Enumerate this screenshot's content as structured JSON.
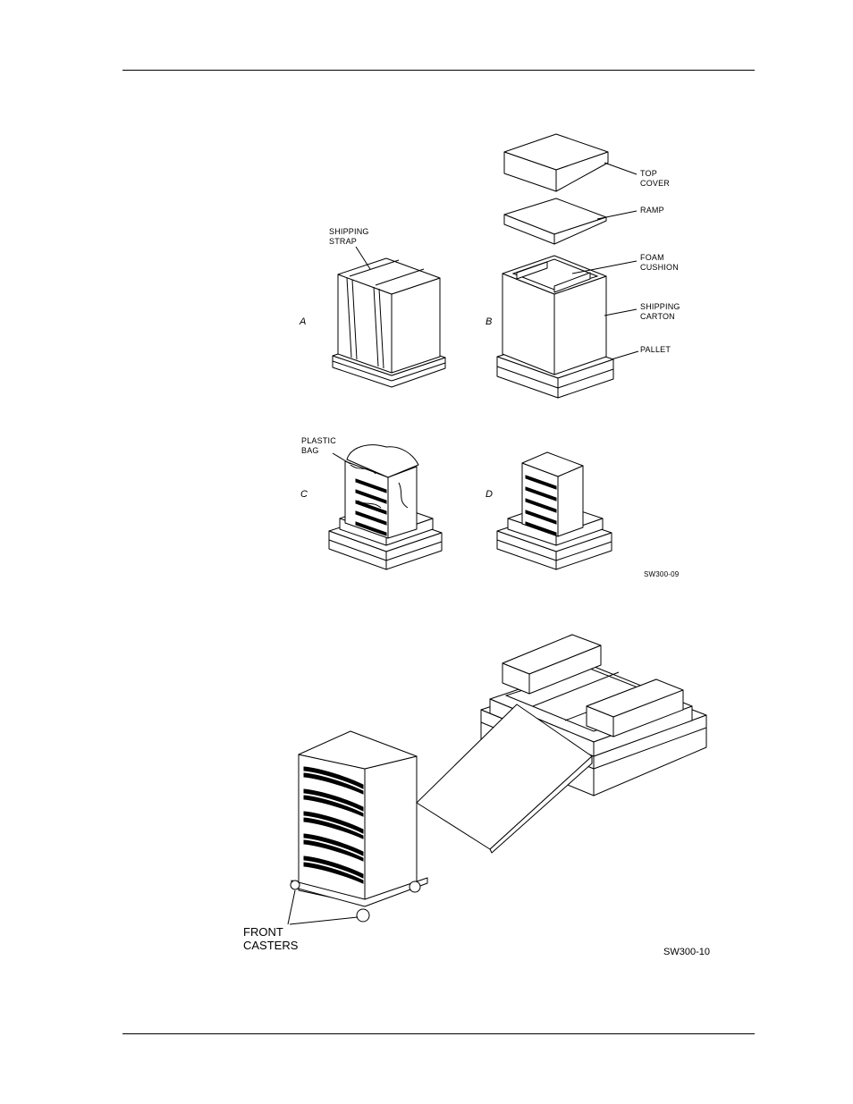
{
  "figure1": {
    "labels": {
      "top_cover": "TOP\nCOVER",
      "ramp": "RAMP",
      "foam_cushion": "FOAM\nCUSHION",
      "shipping_carton": "SHIPPING\nCARTON",
      "pallet": "PALLET",
      "shipping_strap": "SHIPPING\nSTRAP",
      "plastic_bag": "PLASTIC\nBAG"
    },
    "panels": {
      "a": "A",
      "b": "B",
      "c": "C",
      "d": "D"
    },
    "figure_id": "SW300-09"
  },
  "figure2": {
    "front_casters": "FRONT\nCASTERS",
    "figure_id": "SW300-10"
  }
}
